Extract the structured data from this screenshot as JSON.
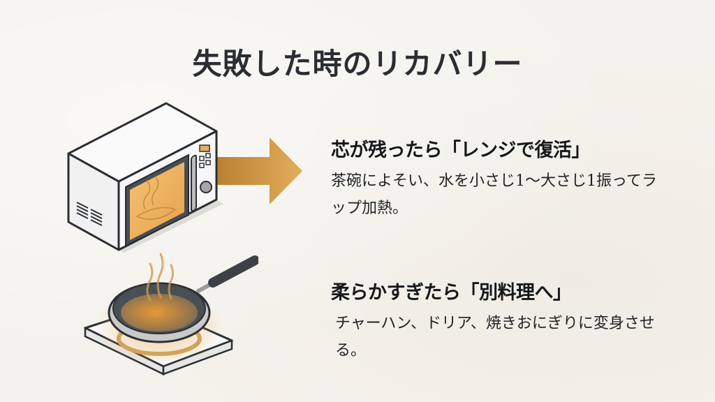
{
  "title": "失敗した時のリカバリー",
  "colors": {
    "background": "#f4f2ec",
    "title": "#2a2e33",
    "accent_amber": "#d99a3a",
    "arrow": "#c9943f",
    "outline": "#2b2f33"
  },
  "sections": [
    {
      "icon": "microwave-icon",
      "heading": "芯が残ったら「レンジで復活」",
      "body": "茶碗によそい、水を小さじ1〜大さじ1振ってラップ加熱。"
    },
    {
      "icon": "frying-pan-on-stove-icon",
      "heading": "柔らかすぎたら「別料理へ」",
      "body": "チャーハン、ドリア、焼きおにぎりに変身させる。"
    }
  ]
}
